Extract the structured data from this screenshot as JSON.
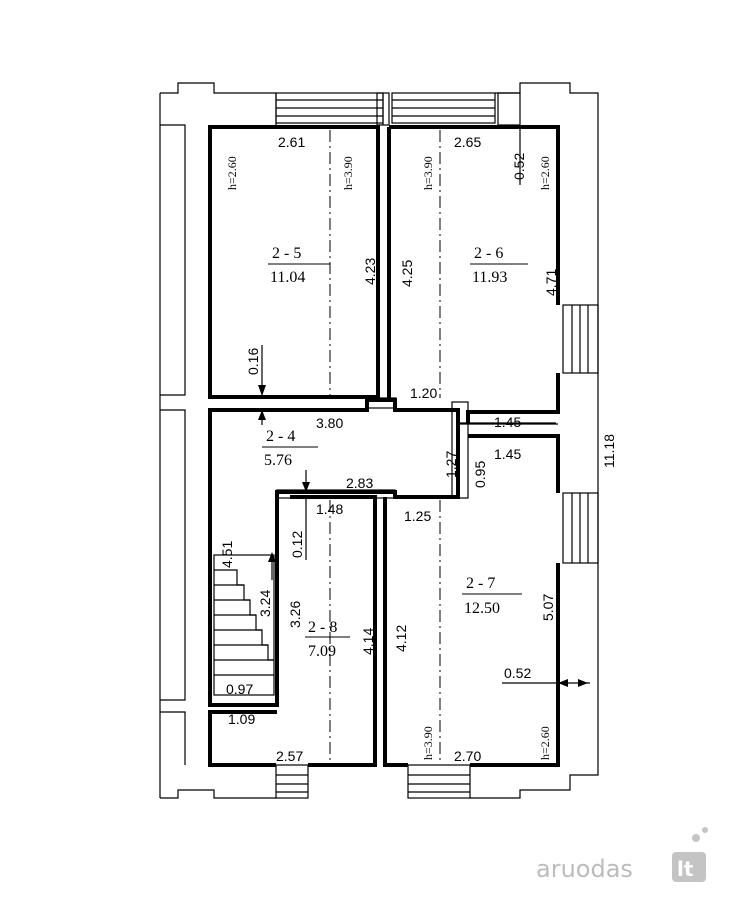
{
  "rooms": [
    {
      "id": "2 - 5",
      "area": "11.04"
    },
    {
      "id": "2 - 6",
      "area": "11.93"
    },
    {
      "id": "2 - 4",
      "area": "5.76"
    },
    {
      "id": "2 - 7",
      "area": "12.50"
    },
    {
      "id": "2 - 8",
      "area": "7.09"
    }
  ],
  "dims": {
    "r5_top": "2.61",
    "r5_side": "4.23",
    "r5_wall": "0.16",
    "r5_h1": "h=2.60",
    "r5_h2": "h=3.90",
    "r6_top": "2.65",
    "r6_left": "4.25",
    "r6_right": "4.71",
    "r6_win": "0.52",
    "r6_h1": "h=3.90",
    "r6_h2": "h=2.60",
    "hall_w": "3.80",
    "hall_120": "1.20",
    "hall_145a": "1.45",
    "hall_145b": "1.45",
    "hall_127": "1.27",
    "hall_095": "0.95",
    "hall_283": "2.83",
    "r8_148": "1.48",
    "r8_012": "0.12",
    "r8_326": "3.26",
    "r8_414": "4.14",
    "r8_257": "2.57",
    "stair_451": "4.51",
    "stair_324": "3.24",
    "stair_097": "0.97",
    "stair_109": "1.09",
    "r7_125": "1.25",
    "r7_412": "4.12",
    "r7_507": "5.07",
    "r7_052": "0.52",
    "r7_270": "2.70",
    "r7_h1": "h=3.90",
    "r7_h2": "h=2.60",
    "total": "11.18"
  },
  "watermark": {
    "text": "aruodas",
    "suffix": "lt"
  }
}
